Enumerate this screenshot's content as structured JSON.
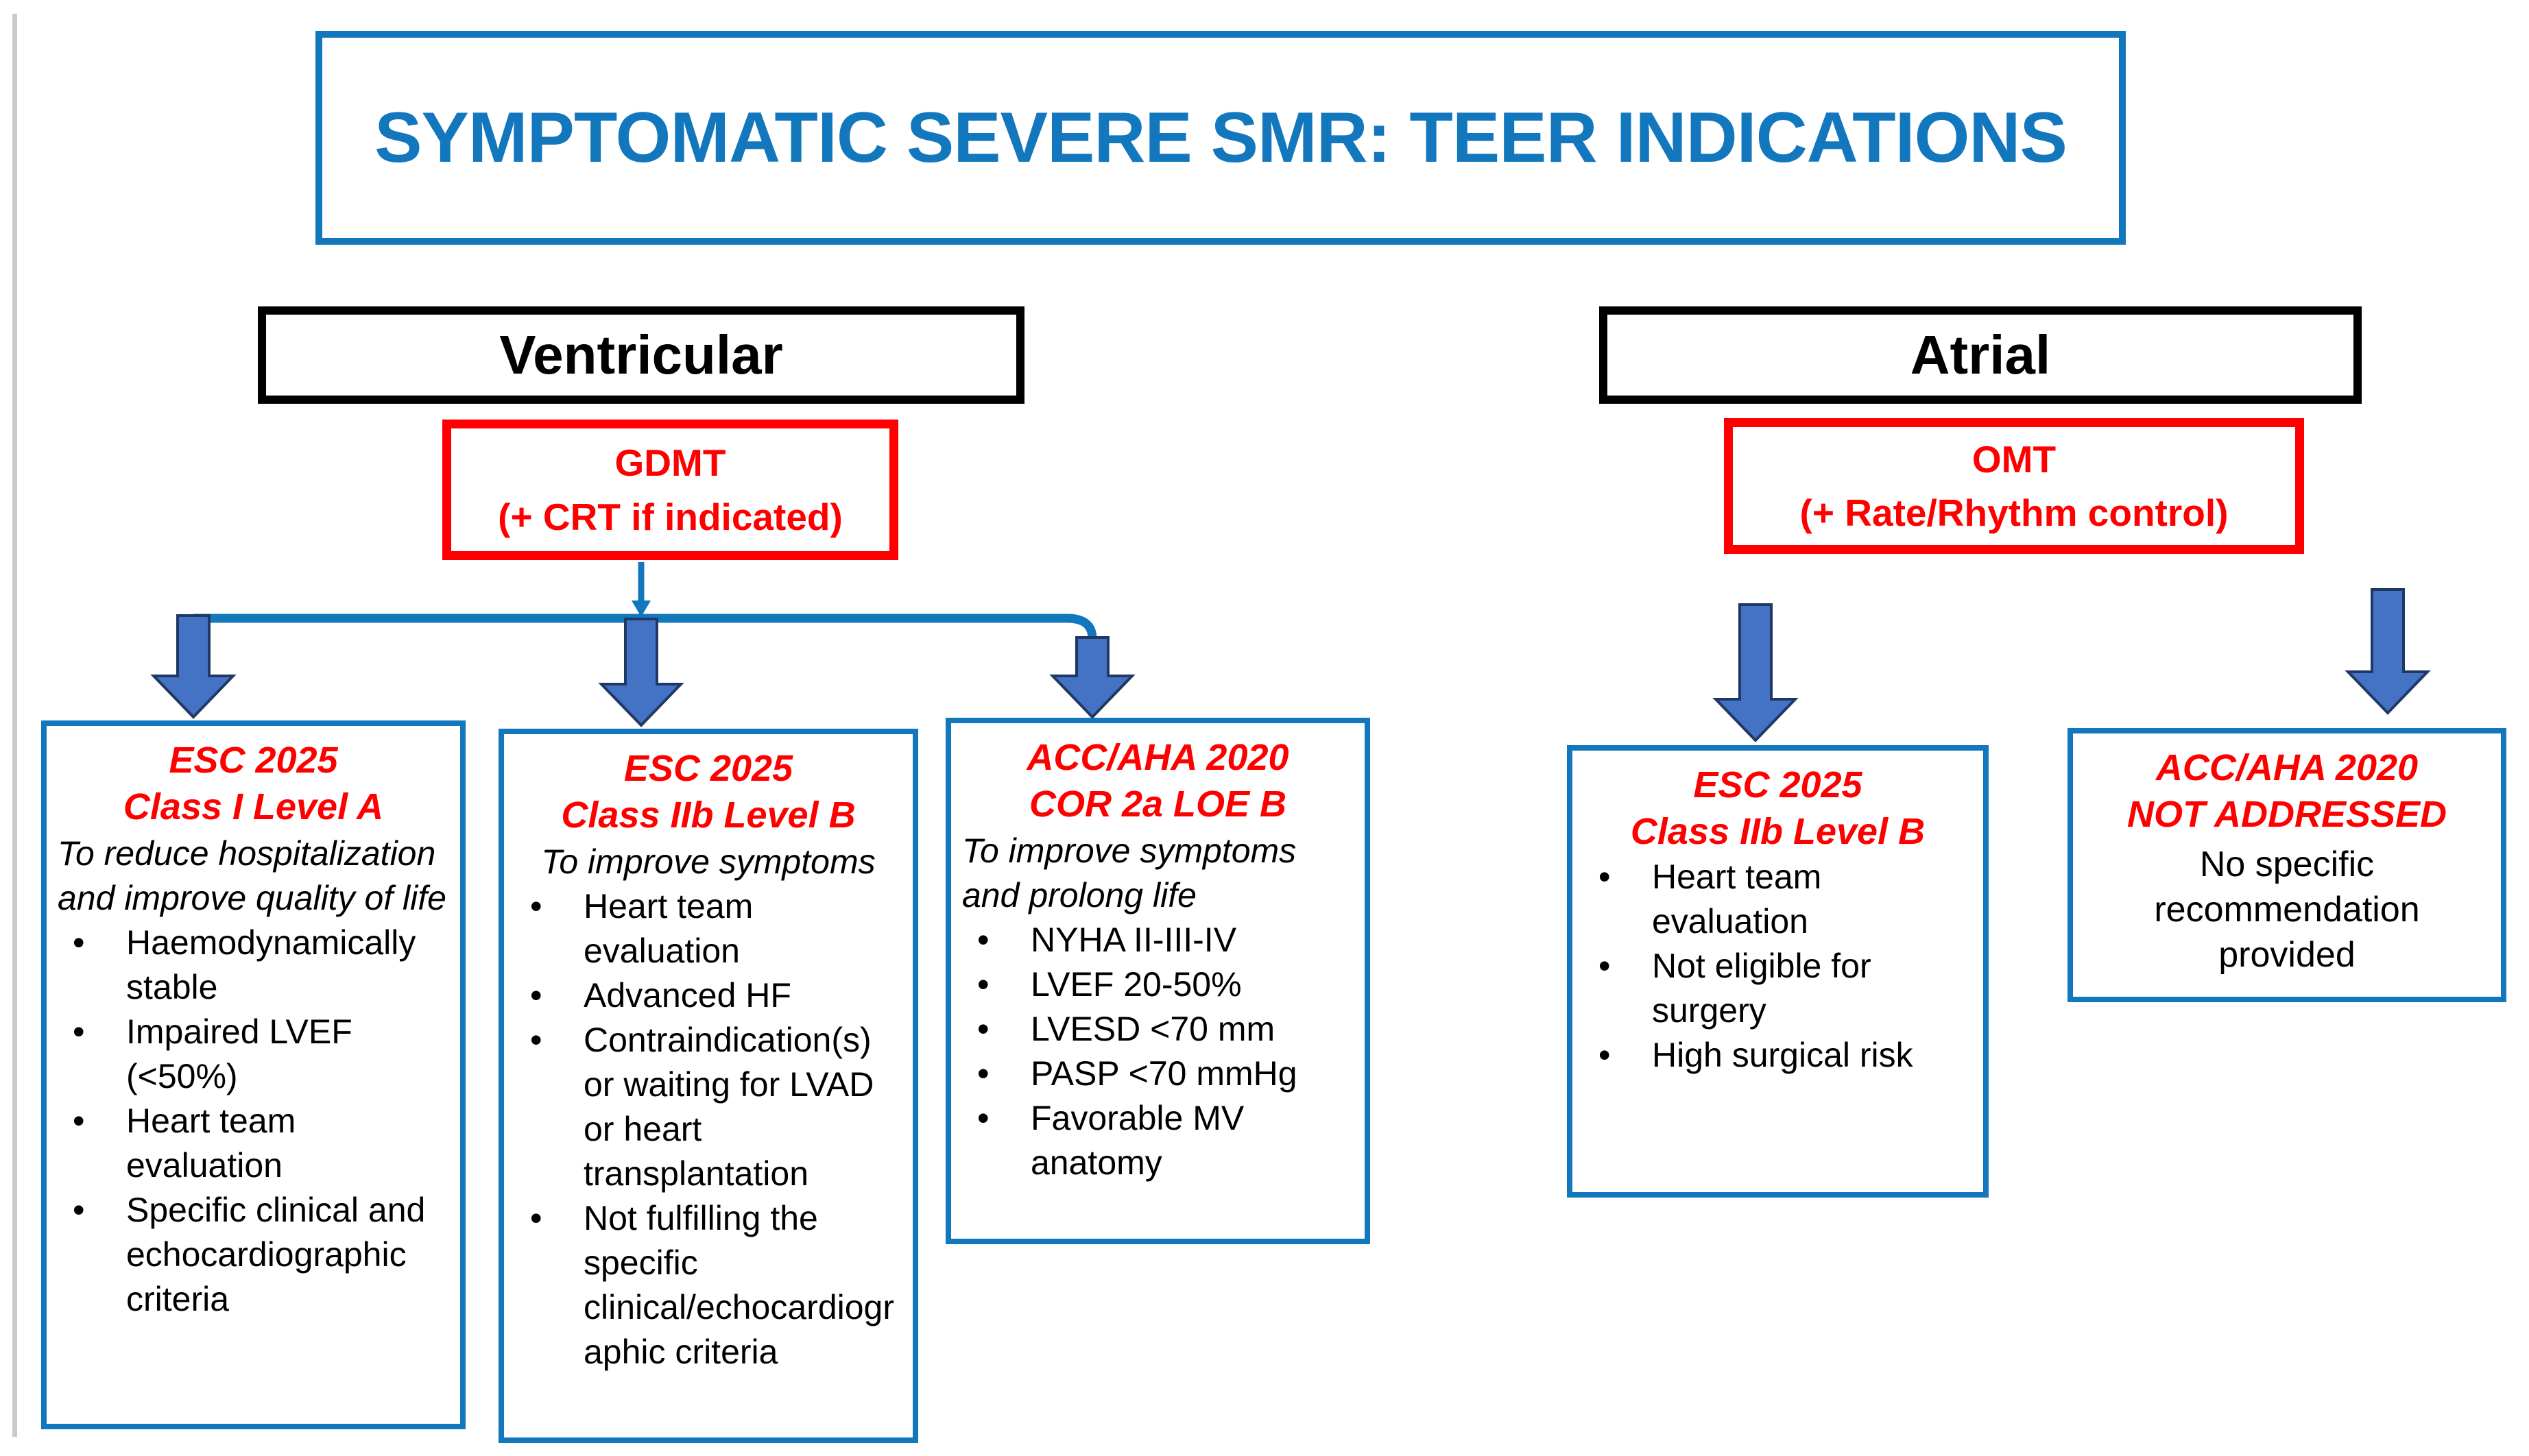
{
  "title": {
    "label": "SYMPTOMATIC SEVERE SMR: TEER INDICATIONS"
  },
  "columns": {
    "ventricular": {
      "label": "Ventricular",
      "therapy": {
        "line1": "GDMT",
        "line2": "(+ CRT if indicated)"
      }
    },
    "atrial": {
      "label": "Atrial",
      "therapy": {
        "line1": "OMT",
        "line2": "(+ Rate/Rhythm control)"
      }
    }
  },
  "boxes": {
    "esc_class1": {
      "title1": "ESC 2025",
      "title2": "Class I Level A",
      "subtitle": "To reduce hospitalization and improve quality of life",
      "items": [
        "Haemodynamically stable",
        "Impaired LVEF (<50%)",
        "Heart team evaluation",
        "Specific clinical and echocardiographic criteria"
      ]
    },
    "esc_iib_ventricular": {
      "title1": "ESC 2025",
      "title2": "Class IIb Level B",
      "subtitle": "To improve symptoms",
      "items": [
        "Heart team evaluation",
        "Advanced HF",
        "Contraindication(s) or waiting for LVAD or heart transplantation",
        "Not fulfilling the specific clinical/echocardiographic criteria"
      ]
    },
    "acc_cor2a": {
      "title1": "ACC/AHA 2020",
      "title2": "COR 2a LOE B",
      "subtitle": "To improve symptoms and prolong life",
      "items": [
        "NYHA II-III-IV",
        "LVEF 20-50%",
        "LVESD <70 mm",
        "PASP <70 mmHg",
        "Favorable MV anatomy"
      ]
    },
    "esc_iib_atrial": {
      "title1": "ESC 2025",
      "title2": "Class IIb Level B",
      "items": [
        "Heart team evaluation",
        "Not eligible for surgery",
        "High surgical risk"
      ]
    },
    "acc_not_addressed": {
      "title1": "ACC/AHA 2020",
      "title2": "NOT ADDRESSED",
      "note": "No specific recommendation provided"
    }
  },
  "icons": {
    "down_arrow": "block down arrow ⬇"
  },
  "colors": {
    "accent_blue": "#1377BD",
    "red": "#FF0000",
    "black": "#000000",
    "arrow_fill": "#4472C4",
    "arrow_outline": "#1F3864",
    "edge_rule_gray": "#CACACA",
    "background": "#FFFFFF"
  }
}
